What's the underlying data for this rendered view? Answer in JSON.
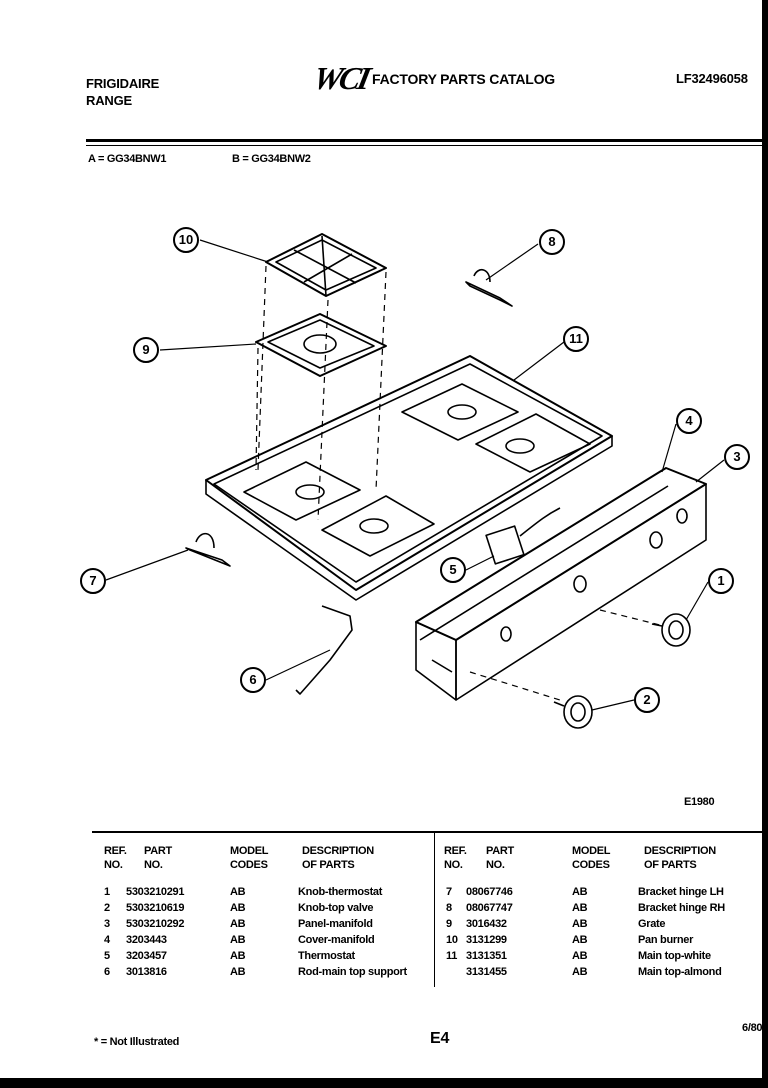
{
  "header": {
    "brand_line1": "FRIGIDAIRE",
    "brand_line2": "RANGE",
    "logo": "WCI",
    "catalog_title": "FACTORY PARTS CATALOG",
    "catalog_number": "LF32496058"
  },
  "models": {
    "a": "A = GG34BNW1",
    "b": "B = GG34BNW2"
  },
  "diagram": {
    "code": "E1980",
    "callouts": [
      "1",
      "2",
      "3",
      "4",
      "5",
      "6",
      "7",
      "8",
      "9",
      "10",
      "11"
    ]
  },
  "table": {
    "headers": {
      "ref": [
        "REF.",
        "NO."
      ],
      "part": [
        "PART",
        "NO."
      ],
      "model": [
        "MODEL",
        "CODES"
      ],
      "desc": [
        "DESCRIPTION",
        "OF PARTS"
      ]
    },
    "left_rows": [
      {
        "ref": "1",
        "part": "5303210291",
        "model": "AB",
        "desc": "Knob-thermostat"
      },
      {
        "ref": "2",
        "part": "5303210619",
        "model": "AB",
        "desc": "Knob-top valve"
      },
      {
        "ref": "3",
        "part": "5303210292",
        "model": "AB",
        "desc": "Panel-manifold"
      },
      {
        "ref": "4",
        "part": "3203443",
        "model": "AB",
        "desc": "Cover-manifold"
      },
      {
        "ref": "5",
        "part": "3203457",
        "model": "AB",
        "desc": "Thermostat"
      },
      {
        "ref": "6",
        "part": "3013816",
        "model": "AB",
        "desc": "Rod-main top support"
      }
    ],
    "right_rows": [
      {
        "ref": "7",
        "part": "08067746",
        "model": "AB",
        "desc": "Bracket hinge LH"
      },
      {
        "ref": "8",
        "part": "08067747",
        "model": "AB",
        "desc": "Bracket hinge RH"
      },
      {
        "ref": "9",
        "part": "3016432",
        "model": "AB",
        "desc": "Grate"
      },
      {
        "ref": "10",
        "part": "3131299",
        "model": "AB",
        "desc": "Pan burner"
      },
      {
        "ref": "11",
        "part": "3131351",
        "model": "AB",
        "desc": "Main top-white"
      },
      {
        "ref": "",
        "part": "3131455",
        "model": "AB",
        "desc": "Main top-almond"
      }
    ]
  },
  "footer": {
    "note": "* = Not Illustrated",
    "page": "E4",
    "date": "6/80"
  }
}
